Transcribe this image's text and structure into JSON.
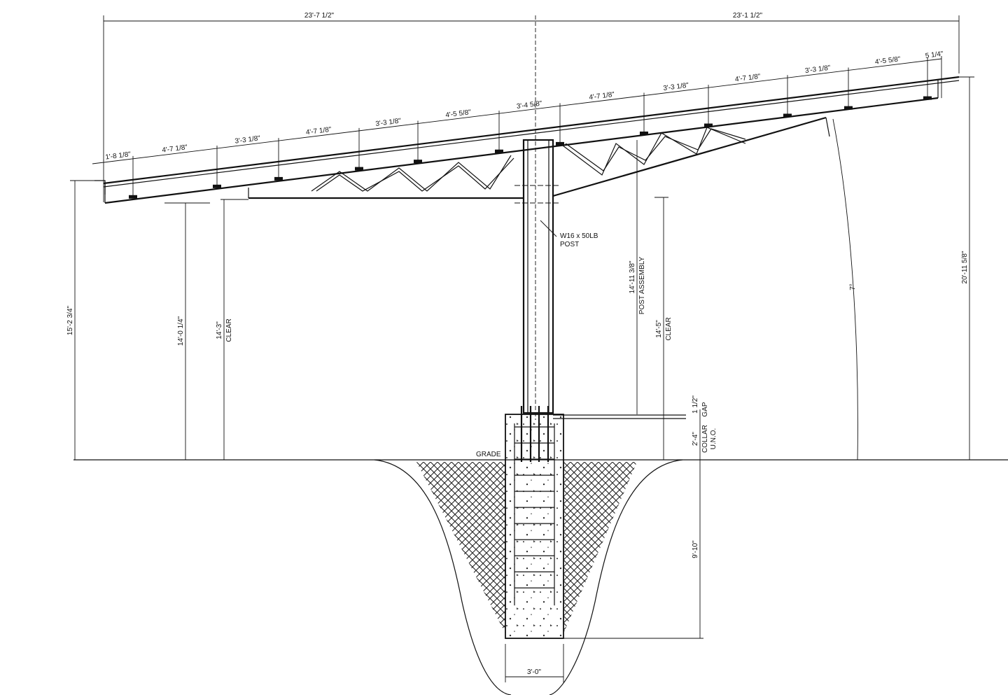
{
  "dimensions": {
    "top_left_span": "23'-7 1/2\"",
    "top_right_span": "23'-1 1/2\"",
    "segments": [
      "1'-8 1/8\"",
      "4'-7 1/8\"",
      "3'-3 1/8\"",
      "4'-7 1/8\"",
      "3'-3 1/8\"",
      "4'-5 5/8\"",
      "3'-4 5/8\"",
      "4'-7 1/8\"",
      "3'-3 1/8\"",
      "4'-7 1/8\"",
      "3'-3 1/8\"",
      "4'-5 5/8\"",
      "5 1/4\""
    ],
    "left_overall": "15'-2 3/4\"",
    "left_beam": "14'-0 1/4\"",
    "left_clear": "14'-3\"",
    "clear_label": "CLEAR",
    "post_assembly": "14'-11 3/8\"",
    "post_assembly_label": "POST ASSEMBLY",
    "right_clear": "14'-5\"",
    "gap": "1 1/2\"",
    "gap_label": "GAP",
    "collar": "2'-4\"",
    "collar_label": "COLLAR",
    "collar_note": "U.N.O.",
    "embed_depth": "9'-10\"",
    "right_overall": "20'-11 5/8\"",
    "tilt_angle": "7°",
    "footing_width": "3'-0\""
  },
  "labels": {
    "post": "W16 x 50LB",
    "post_sub": "POST",
    "grade": "GRADE"
  }
}
